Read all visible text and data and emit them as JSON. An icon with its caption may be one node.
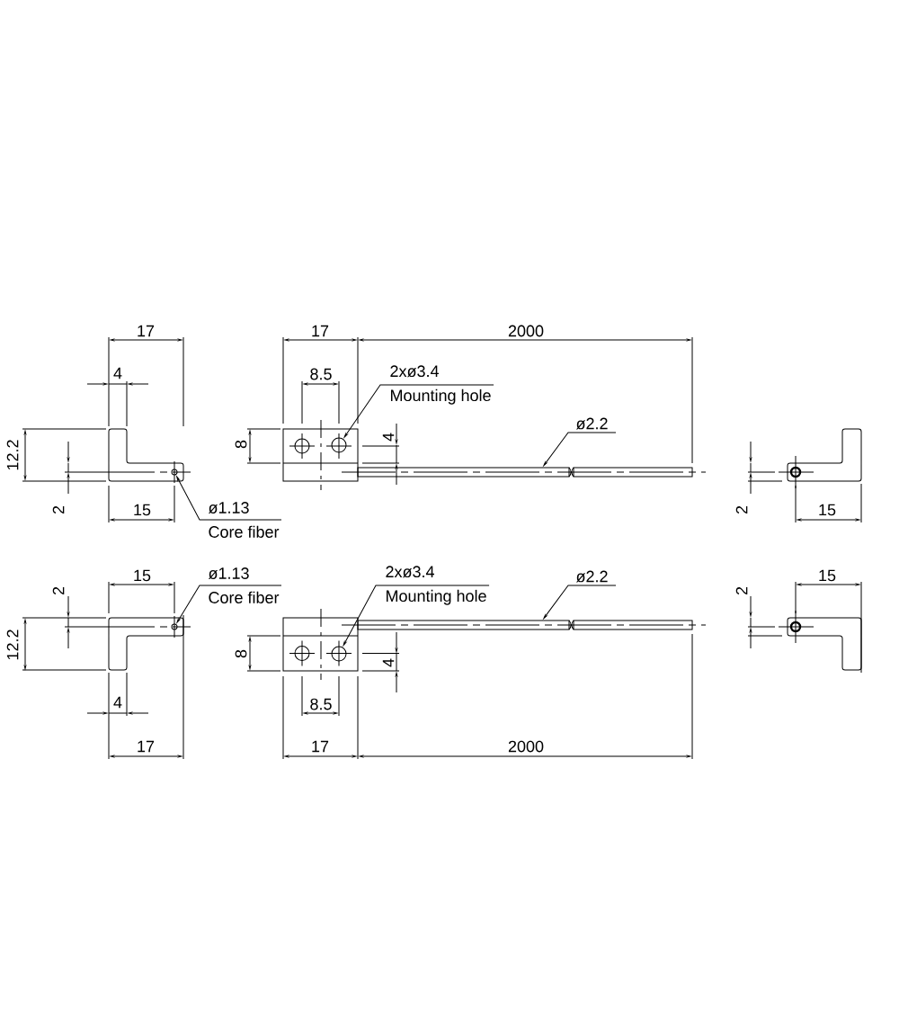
{
  "diagram": {
    "nodes": [
      {
        "text": [
          "ø1.13",
          "Core fiber"
        ]
      },
      {
        "text": [],
        "shape": "circle"
      },
      {
        "text": [
          "2xø3.4",
          "Mounting hole"
        ]
      },
      {
        "text": [],
        "shape": "circle"
      },
      {
        "text": [
          "ø2.2"
        ]
      },
      {
        "text": [],
        "shape": "bar"
      },
      {
        "text": [
          "ø1.13",
          "Core fiber"
        ]
      },
      {
        "text": [],
        "shape": "circle"
      },
      {
        "text": [
          "2xø3.4",
          "Mounting hole"
        ]
      },
      {
        "text": [],
        "shape": "circle"
      },
      {
        "text": [
          "ø2.2"
        ]
      },
      {
        "text": [],
        "shape": "bar"
      }
    ],
    "edges": [
      {
        "from": 0,
        "to": 1,
        "arrow": "to"
      },
      {
        "from": 2,
        "to": 3,
        "arrow": "to"
      },
      {
        "from": 4,
        "to": 5,
        "arrow": "to"
      },
      {
        "from": 6,
        "to": 7,
        "arrow": "to"
      },
      {
        "from": 8,
        "to": 9,
        "arrow": "to"
      },
      {
        "from": 10,
        "to": 11,
        "arrow": "to"
      }
    ],
    "labels": [
      "17",
      "4",
      "12.2",
      "2",
      "15",
      "17",
      "2000",
      "8.5",
      "8",
      "4",
      "2",
      "15",
      "15",
      "2",
      "12.2",
      "4",
      "17",
      "8.5",
      "8",
      "4",
      "17",
      "2000",
      "15",
      "2"
    ]
  }
}
